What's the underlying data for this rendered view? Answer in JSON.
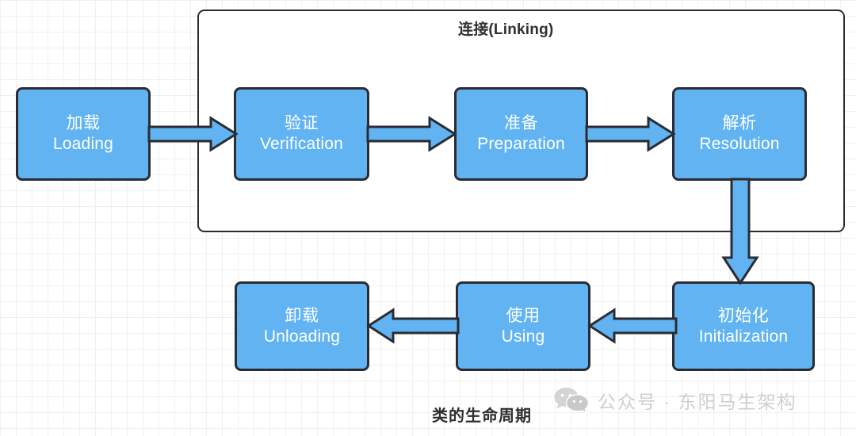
{
  "diagram": {
    "caption": "类的生命周期",
    "group": {
      "label": "连接(Linking)"
    },
    "nodes": [
      {
        "id": "loading",
        "cn": "加载",
        "en": "Loading"
      },
      {
        "id": "verification",
        "cn": "验证",
        "en": "Verification"
      },
      {
        "id": "preparation",
        "cn": "准备",
        "en": "Preparation"
      },
      {
        "id": "resolution",
        "cn": "解析",
        "en": "Resolution"
      },
      {
        "id": "initialization",
        "cn": "初始化",
        "en": "Initialization"
      },
      {
        "id": "using",
        "cn": "使用",
        "en": "Using"
      },
      {
        "id": "unloading",
        "cn": "卸载",
        "en": "Unloading"
      }
    ],
    "colors": {
      "node_fill": "#61b4f1",
      "node_border": "#2b2b33",
      "arrow_fill": "#61b4f1",
      "arrow_border": "#2b2b33",
      "group_border": "#2b2b33",
      "text_on_node": "#ffffff",
      "label_text": "#30302f",
      "grid_minor": "#f0f0f0",
      "grid_major": "#e6e6e6",
      "watermark": "#cfcfcf"
    }
  },
  "watermark": {
    "icon": "wechat-icon",
    "text": "公众号 · 东阳马生架构"
  }
}
